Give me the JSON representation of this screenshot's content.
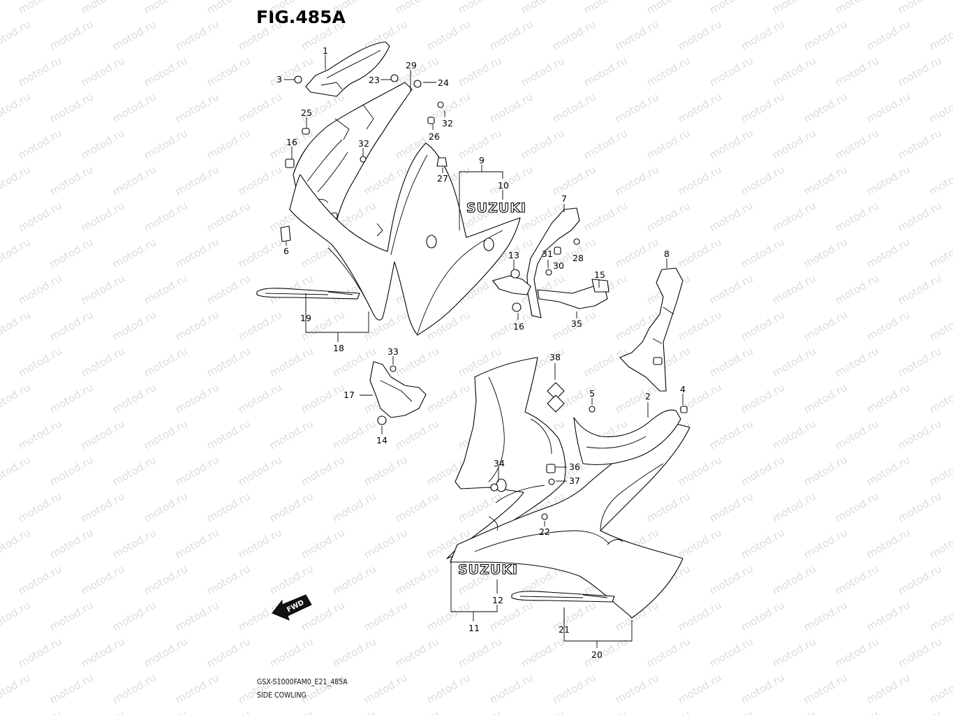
{
  "figure": {
    "title": "FIG.485A",
    "model_code": "GSX-S1000FAM0_E21_485A",
    "section_name": "SIDE COWLING"
  },
  "watermark": "motod.ru",
  "logos": {
    "suzuki_upper": "SUZUKI",
    "suzuki_lower": "SUZUKI",
    "fwd": "FWD"
  },
  "callouts": {
    "c1": "1",
    "c2": "2",
    "c3": "3",
    "c4": "4",
    "c5": "5",
    "c6": "6",
    "c7": "7",
    "c8": "8",
    "c9": "9",
    "c10": "10",
    "c11": "11",
    "c12": "12",
    "c13": "13",
    "c14": "14",
    "c15": "15",
    "c16a": "16",
    "c16b": "16",
    "c17": "17",
    "c18": "18",
    "c19": "19",
    "c20": "20",
    "c21": "21",
    "c22": "22",
    "c23": "23",
    "c24": "24",
    "c25": "25",
    "c26": "26",
    "c27": "27",
    "c28": "28",
    "c29": "29",
    "c30": "30",
    "c31": "31",
    "c32a": "32",
    "c32b": "32",
    "c33": "33",
    "c34": "34",
    "c35": "35",
    "c36": "36",
    "c37": "37",
    "c38": "38"
  }
}
